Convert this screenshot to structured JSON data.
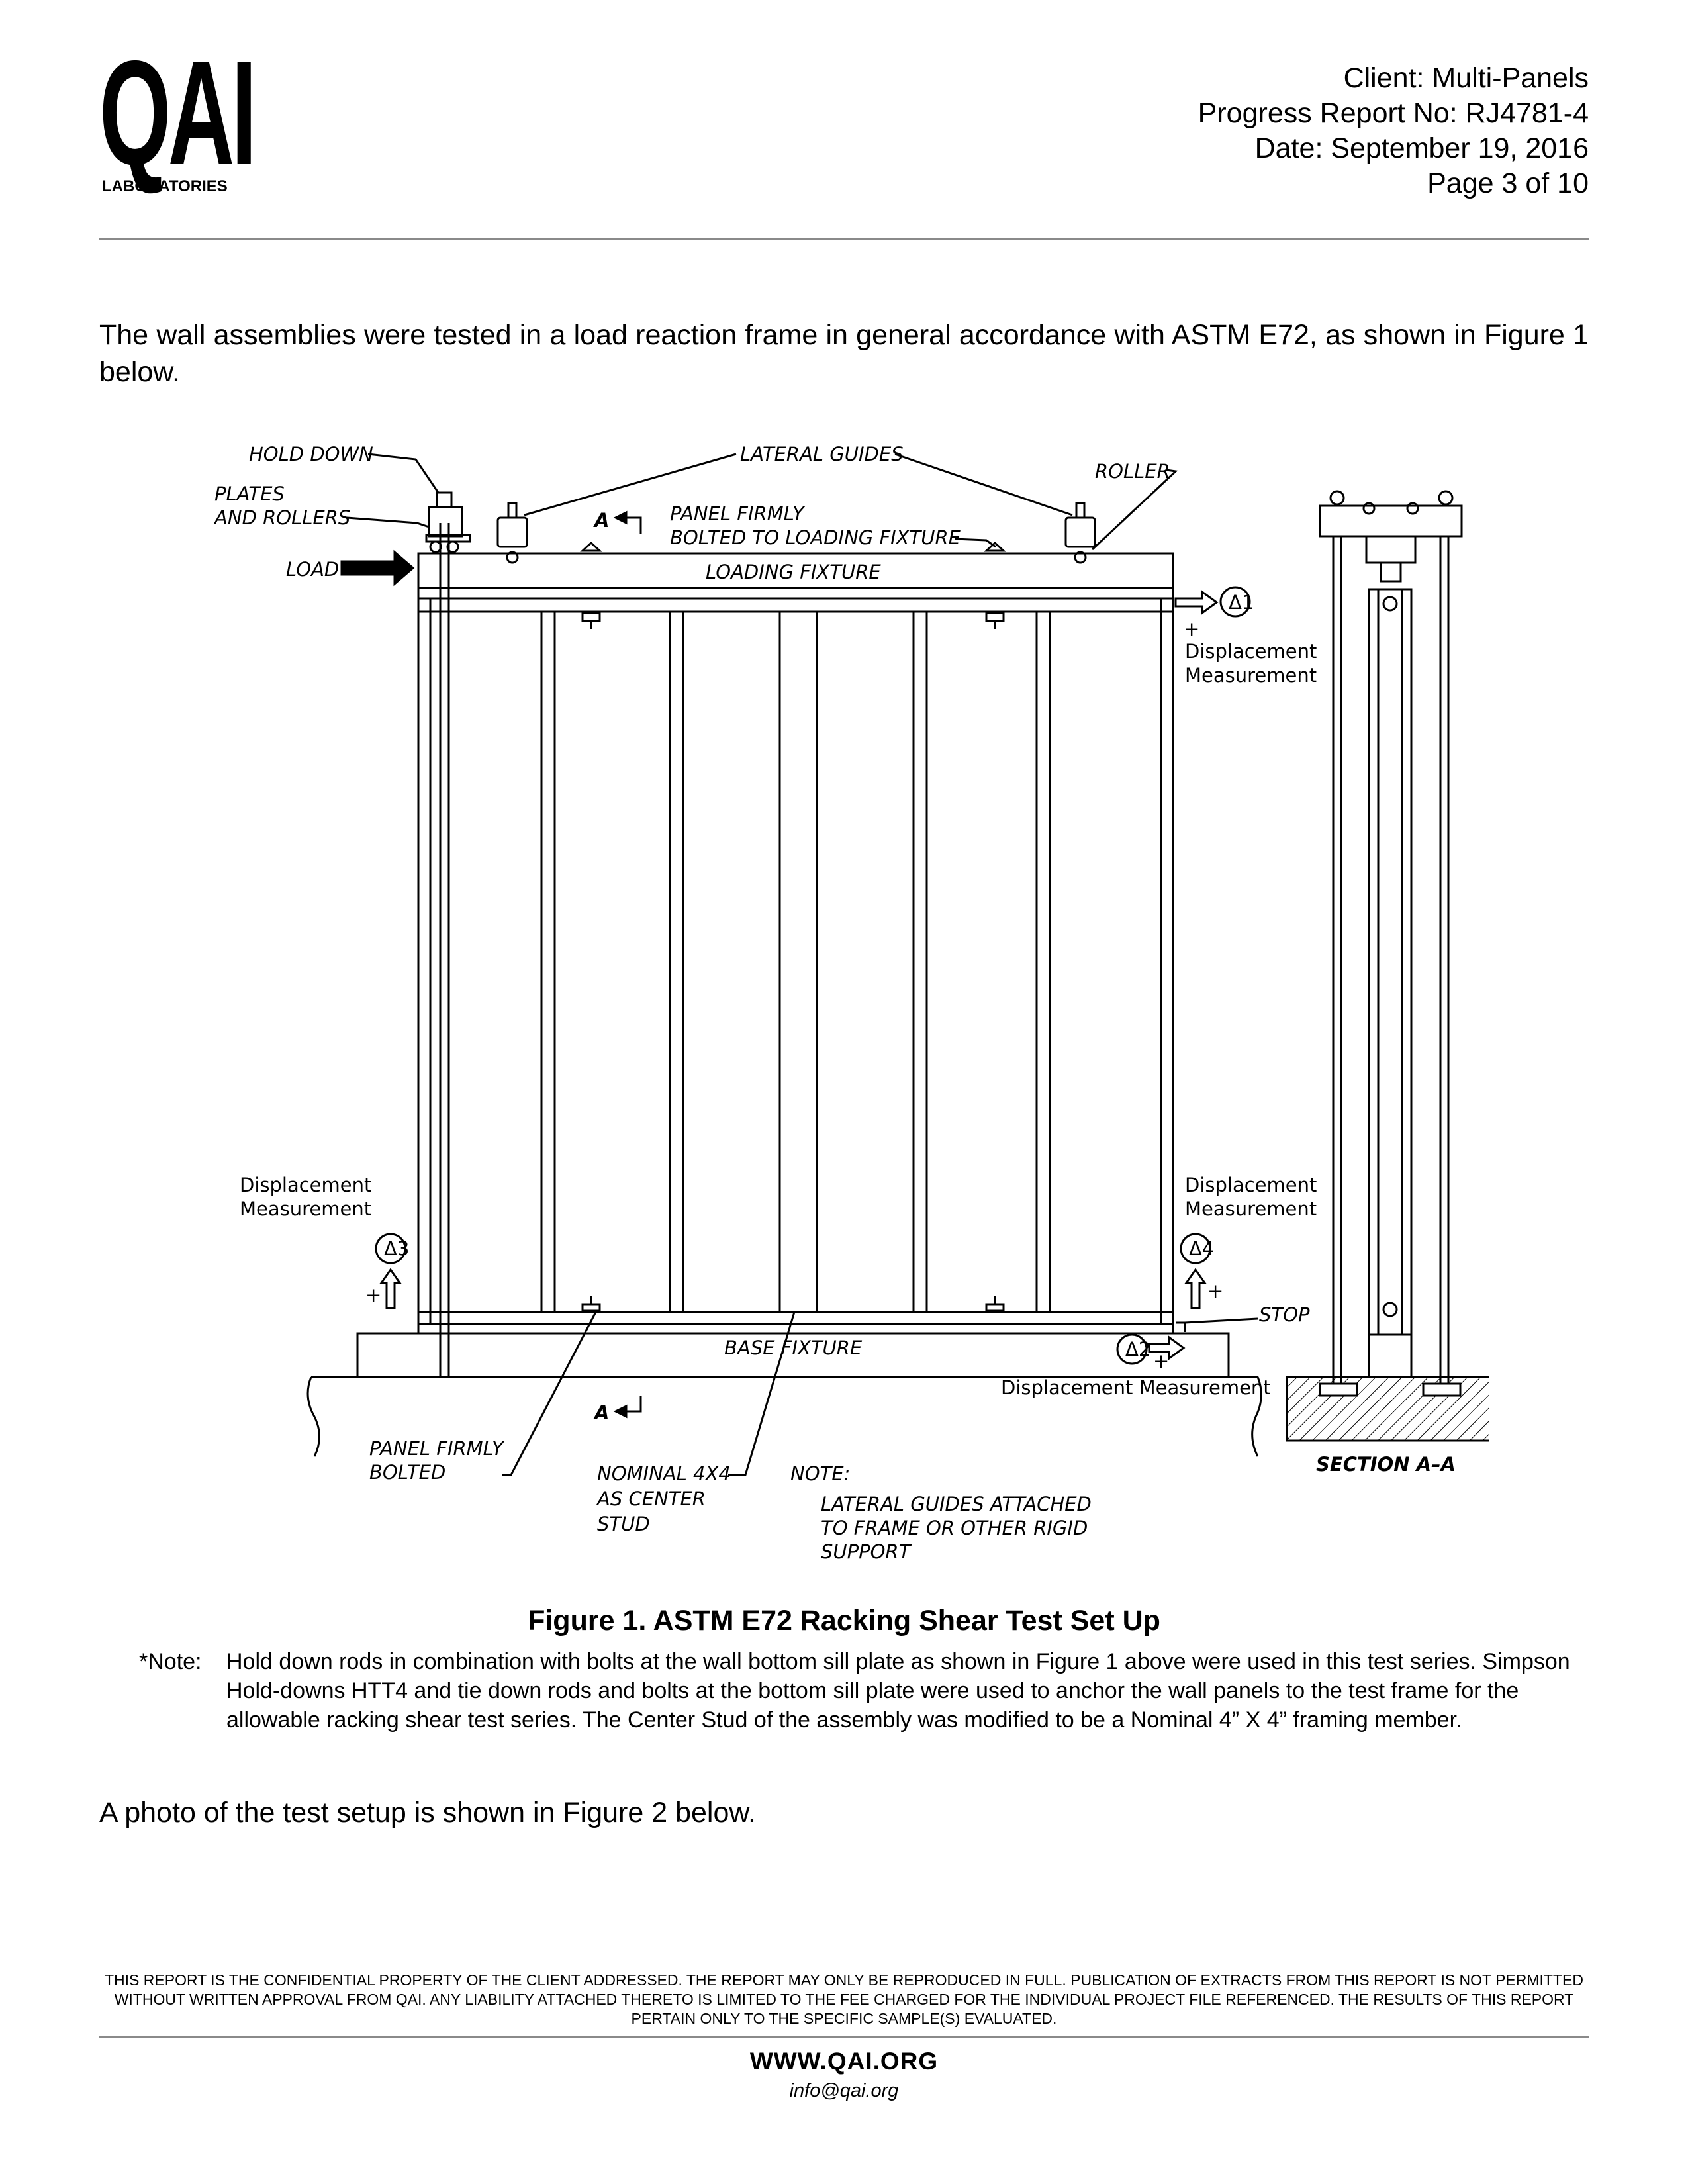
{
  "logo": {
    "mark": "QAI",
    "sub": "LABORATORIES"
  },
  "header": {
    "client": "Client: Multi-Panels",
    "report_no": "Progress Report No: RJ4781-4",
    "date": "Date: September 19, 2016",
    "page": "Page 3 of 10"
  },
  "body": {
    "intro": "The wall assemblies were tested in a load reaction frame in general accordance with ASTM E72, as shown in Figure 1 below.",
    "photo_line": "A photo of the test setup is shown in Figure 2 below."
  },
  "figure": {
    "labels": {
      "hold_down": "HOLD DOWN",
      "plates": "PLATES",
      "and_rollers": "AND ROLLERS",
      "load": "LOAD",
      "lateral_guides": "LATERAL GUIDES",
      "roller": "ROLLER",
      "section_marker": "A",
      "panel_firmly": "PANEL FIRMLY",
      "bolted_to_fixture": "BOLTED TO LOADING FIXTURE",
      "loading_fixture": "LOADING FIXTURE",
      "displacement": "Displacement",
      "measurement": "Measurement",
      "displacement_measurement": "Displacement Measurement",
      "delta1": "Δ1",
      "delta2": "Δ2",
      "delta3": "Δ3",
      "delta4": "Δ4",
      "plus": "+",
      "stop": "STOP",
      "base_fixture": "BASE FIXTURE",
      "bolted": "BOLTED",
      "nominal": "NOMINAL 4X4",
      "as_center": "AS CENTER",
      "stud": "STUD",
      "note": "NOTE:",
      "note_line1": "LATERAL GUIDES ATTACHED",
      "note_line2": "TO FRAME OR OTHER RIGID",
      "note_line3": "SUPPORT",
      "section_aa": "SECTION A–A"
    },
    "caption": "Figure 1.  ASTM E72 Racking Shear Test Set Up",
    "note_label": "*Note:",
    "note_body": "Hold down rods in combination with bolts at the wall bottom sill plate as shown in Figure 1 above were used in this test series. Simpson Hold-downs HTT4 and tie down rods and bolts at the bottom sill plate were used to anchor the wall panels to the test frame for the allowable racking shear test series. The Center Stud of the assembly was modified to be a Nominal 4” X 4” framing member."
  },
  "footer": {
    "disclaimer": "This report is the confidential property of the client addressed. The report may only be reproduced in full. Publication of extracts from this report is not permitted without written approval from QAI. Any liability attached thereto is limited to the fee charged for the individual project file referenced. The results of this report pertain only to the specific sample(s) evaluated.",
    "website": "WWW.QAI.ORG",
    "email": "info@qai.org"
  }
}
